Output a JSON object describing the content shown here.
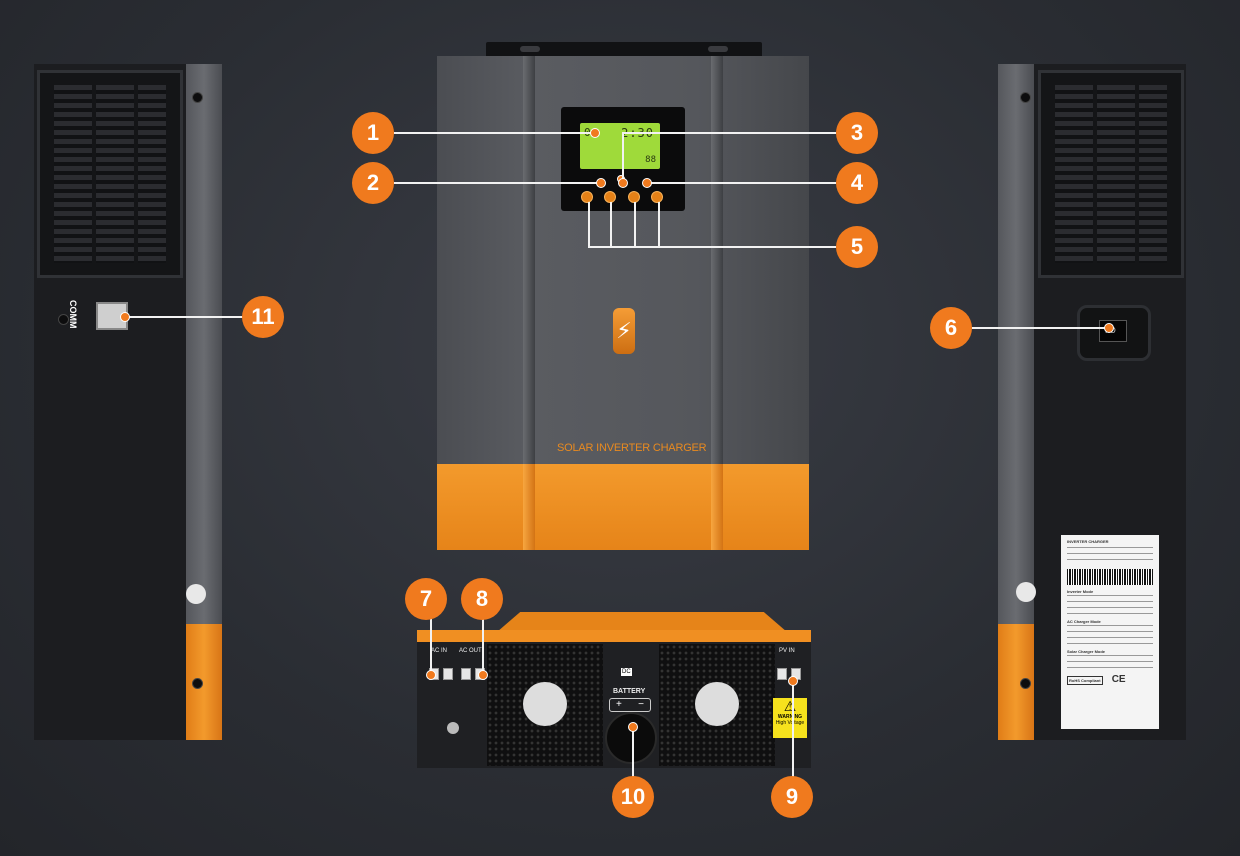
{
  "main_unit": {
    "brand_label": "SOLAR INVERTER CHARGER",
    "lcd": {
      "digit_left": "0",
      "digit_right": "2:30",
      "digit_bottom": "88"
    },
    "bolt_symbol": "⚡"
  },
  "left_side": {
    "port_label": "COMM"
  },
  "bottom_panel": {
    "ac_in_label": "AC IN",
    "ac_out_label": "AC OUT",
    "pv_in_label": "PV IN",
    "battery_label": "BATTERY",
    "battery_plus": "+",
    "battery_minus": "−",
    "dc_label": "DC",
    "warning_title": "WARNING",
    "warning_sub": "High Voltage"
  },
  "product_label": {
    "title": "INVERTER CHARGER",
    "section1": "Inverter Mode",
    "section2": "AC Charger Mode",
    "section3": "Solar Charger Mode",
    "compliance": "RoHS Compliant",
    "ce": "CE"
  },
  "switch_symbol": "I O",
  "callouts": [
    "1",
    "2",
    "3",
    "4",
    "5",
    "6",
    "7",
    "8",
    "9",
    "10",
    "11"
  ],
  "colors": {
    "accent": "#f07a1e",
    "lcd": "#9fda3a",
    "casing": "#55575c"
  }
}
